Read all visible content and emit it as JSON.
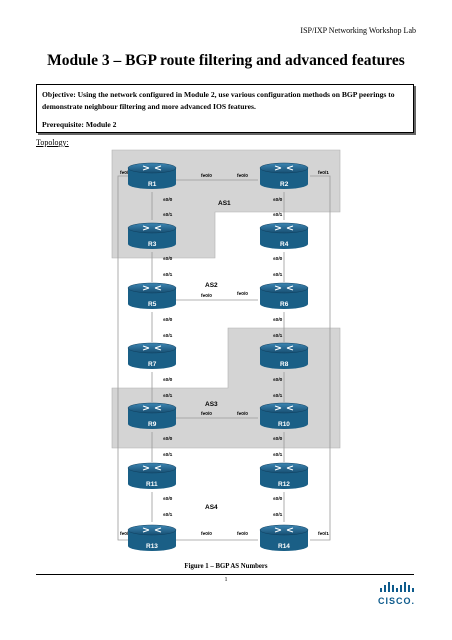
{
  "header": {
    "right_text": "ISP/IXP Networking Workshop Lab"
  },
  "title": "Module 3 – BGP route filtering and advanced features",
  "objective": {
    "label": "Objective:",
    "text": "Using the network configured in Module 2, use various configuration methods on BGP peerings to demonstrate neighbour filtering and more advanced IOS features."
  },
  "prerequisite": {
    "label": "Prerequisite:",
    "text": "Module 2"
  },
  "topology_label": "Topology:",
  "diagram": {
    "as_labels": [
      "AS1",
      "AS2",
      "AS3",
      "AS4"
    ],
    "routers": [
      "R1",
      "R2",
      "R3",
      "R4",
      "R5",
      "R6",
      "R7",
      "R8",
      "R9",
      "R10",
      "R11",
      "R12",
      "R13",
      "R14"
    ],
    "colors": {
      "region_fill": "#d4d4d4",
      "router_body": "#1a5f86",
      "link": "#9a9a9a"
    }
  },
  "caption": "Figure 1 – BGP AS Numbers",
  "footer": {
    "page": "1",
    "logo_text": "CISCO."
  }
}
